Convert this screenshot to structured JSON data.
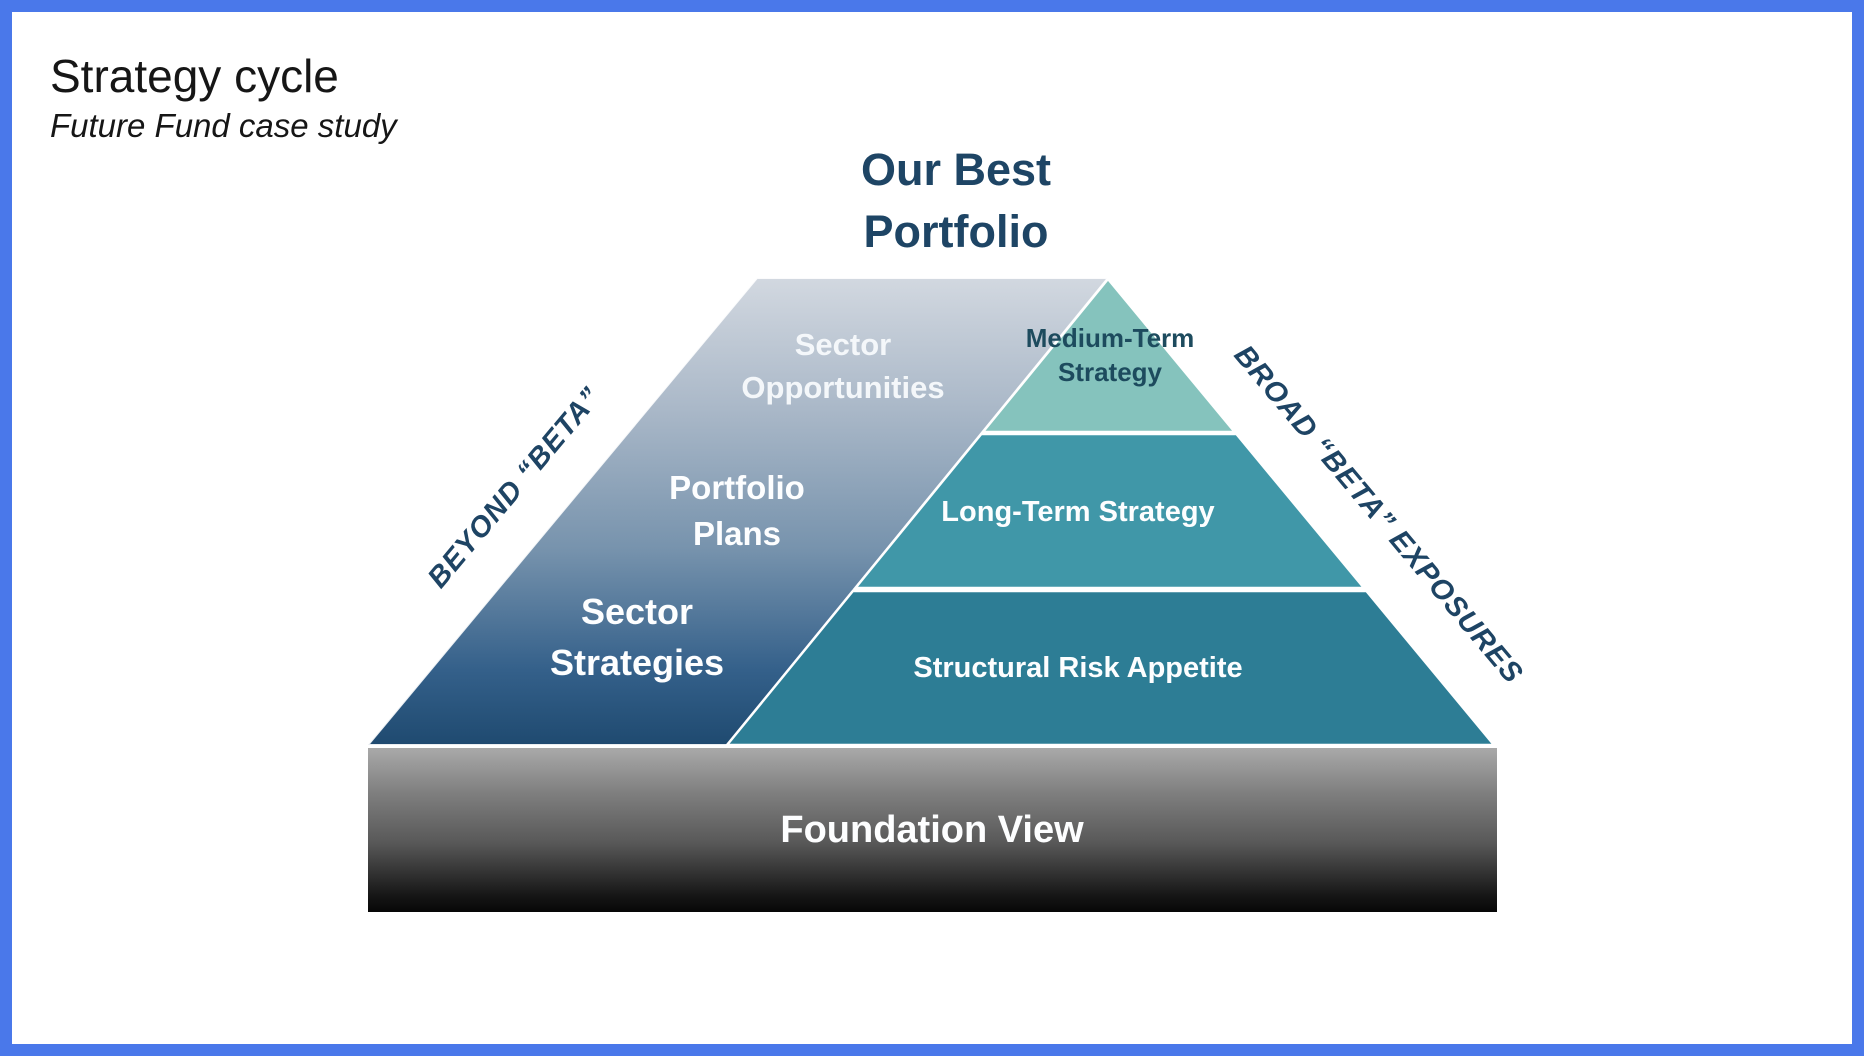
{
  "slide": {
    "title": "Strategy cycle",
    "subtitle": "Future Fund case study"
  },
  "pyramid": {
    "heading": "Our Best\nPortfolio",
    "left": {
      "edge_label": "BEYOND “BETA”",
      "levels": [
        "Sector\nOpportunities",
        "Portfolio\nPlans",
        "Sector\nStrategies"
      ]
    },
    "right": {
      "edge_label": "BROAD “BETA” EXPOSURES",
      "levels": [
        "Medium-Term\nStrategy",
        "Long-Term Strategy",
        "Structural Risk Appetite"
      ]
    },
    "base_label": "Foundation View",
    "colors": {
      "frame_blue": "#4a78ea",
      "heading_navy": "#1e4565",
      "edge_label_navy": "#1e4464",
      "medium_term_label_navy": "#1d4b5e",
      "left_face_gradient_top": "#d2d8e0",
      "left_face_gradient_bottom": "#1f4a70",
      "medium_term_fill": "#85c3bd",
      "long_term_fill": "#4097a8",
      "structural_fill": "#2d7d95",
      "foundation_gradient_top": "#a9a9a9",
      "foundation_gradient_bottom": "#070707",
      "label_white": "#ffffff"
    }
  }
}
